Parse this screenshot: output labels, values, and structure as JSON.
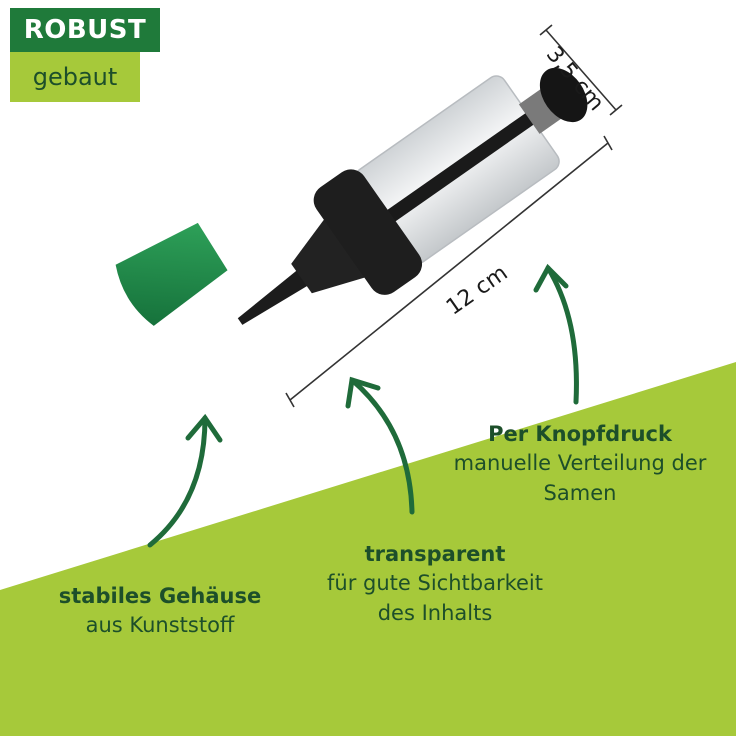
{
  "badge": {
    "top_label": "ROBUST",
    "bottom_label": "gebaut",
    "top_color": "#1f7a3a",
    "bottom_color": "#a6c93a"
  },
  "dimensions": {
    "diameter": "3,5 cm",
    "length": "12 cm"
  },
  "features": [
    {
      "title": "stabiles Gehäuse",
      "lines": [
        "aus Kunststoff"
      ]
    },
    {
      "title": "transparent",
      "lines": [
        "für gute Sichtbarkeit",
        "des Inhalts"
      ]
    },
    {
      "title": "Per Knopfdruck",
      "lines": [
        "manuelle Verteilung der",
        "Samen"
      ]
    }
  ],
  "colors": {
    "accent_green": "#a6c93a",
    "dark_green": "#1d4f2a",
    "arrow_green": "#1f6b3a",
    "cap_green": "#1f8a46"
  }
}
